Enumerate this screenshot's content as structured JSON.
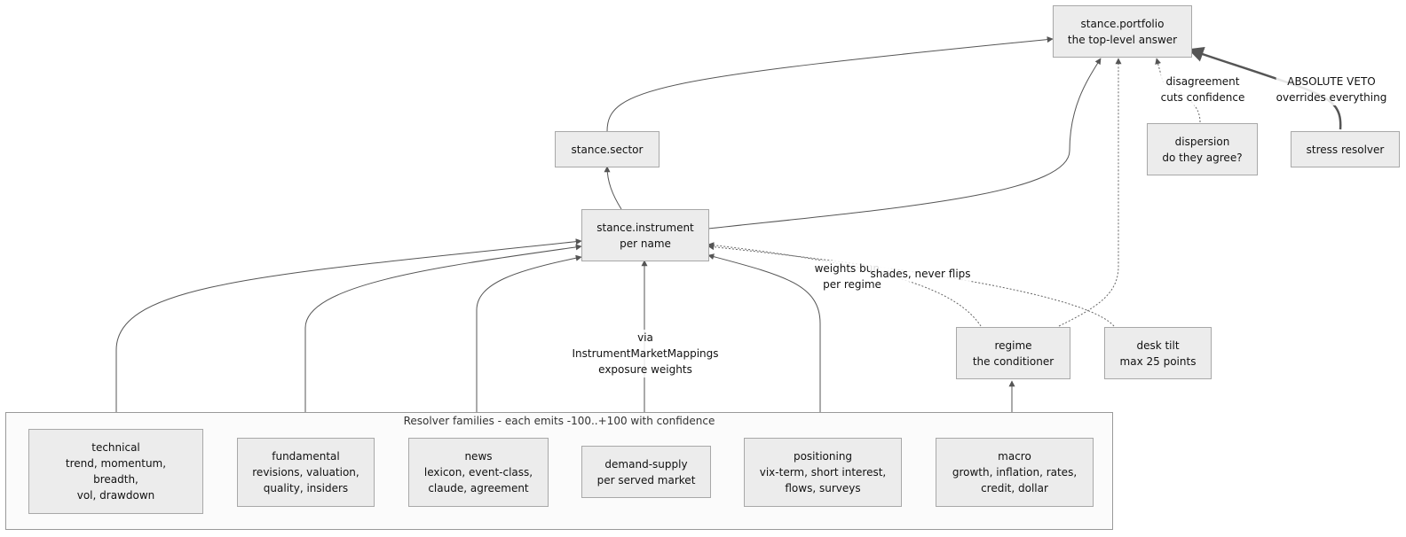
{
  "group": {
    "title": "Resolver families - each emits -100..+100 with confidence"
  },
  "nodes": {
    "portfolio": [
      "stance.portfolio",
      "the top-level answer"
    ],
    "sector": [
      "stance.sector"
    ],
    "instrument": [
      "stance.instrument",
      "per name"
    ],
    "dispersion": [
      "dispersion",
      "do they agree?"
    ],
    "stress": [
      "stress resolver"
    ],
    "regime": [
      "regime",
      "the conditioner"
    ],
    "desk": [
      "desk tilt",
      "max 25 points"
    ],
    "technical": [
      "technical",
      "trend, momentum,",
      "breadth,",
      "vol, drawdown"
    ],
    "fundamental": [
      "fundamental",
      "revisions, valuation,",
      "quality, insiders"
    ],
    "news": [
      "news",
      "lexicon, event-class,",
      "claude, agreement"
    ],
    "demand": [
      "demand-supply",
      "per served market"
    ],
    "positioning": [
      "positioning",
      "vix-term, short interest,",
      "flows, surveys"
    ],
    "macro": [
      "macro",
      "growth, inflation, rates,",
      "credit, dollar"
    ]
  },
  "edge_labels": {
    "disagreement": [
      "disagreement",
      "cuts confidence"
    ],
    "veto": [
      "ABSOLUTE VETO",
      "overrides everything"
    ],
    "weights": [
      "weights bun...",
      "per regime"
    ],
    "shades": [
      "shades, never flips"
    ],
    "via": [
      "via",
      "InstrumentMarketMappings",
      "exposure weights"
    ]
  },
  "colors": {
    "edge": "#555555",
    "node_fill": "#ececec",
    "node_border": "#a8a8a8"
  }
}
